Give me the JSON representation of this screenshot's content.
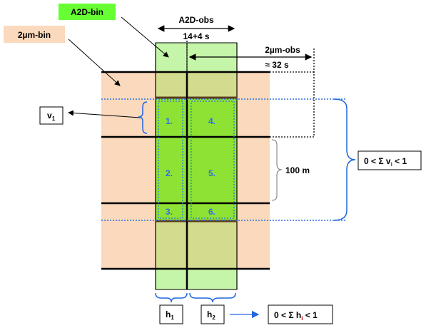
{
  "labels": {
    "a2d_bin": "A2D-bin",
    "a2d_obs": "A2D-obs",
    "a2d_time": "14+4 s",
    "um_bin": "2µm-bin",
    "um_obs": "2µm-obs",
    "um_time": "≈ 32 s",
    "height": "100 m",
    "v1_base": "v",
    "v1_sub": "1",
    "h1_base": "h",
    "h1_sub": "1",
    "h2_base": "h",
    "h2_sub": "2",
    "sum_v_pre": "0 < Σ v",
    "sum_v_sub": "i",
    "sum_v_post": " < 1",
    "sum_h_pre": "0 < Σ h",
    "sum_h_sub": "i",
    "sum_h_post": " < 1"
  },
  "cells": [
    "1.",
    "2.",
    "3.",
    "4.",
    "5.",
    "6."
  ],
  "colors": {
    "peach": "#fad9bd",
    "light_green": "#c5f5a8",
    "olive": "#d3db8e",
    "bright_green": "#8ee234",
    "label_green": "#66ff33",
    "brown": "#5a3a1a",
    "blue_dotted": "#2f6fe0",
    "brace_blue": "#1f66e0"
  }
}
